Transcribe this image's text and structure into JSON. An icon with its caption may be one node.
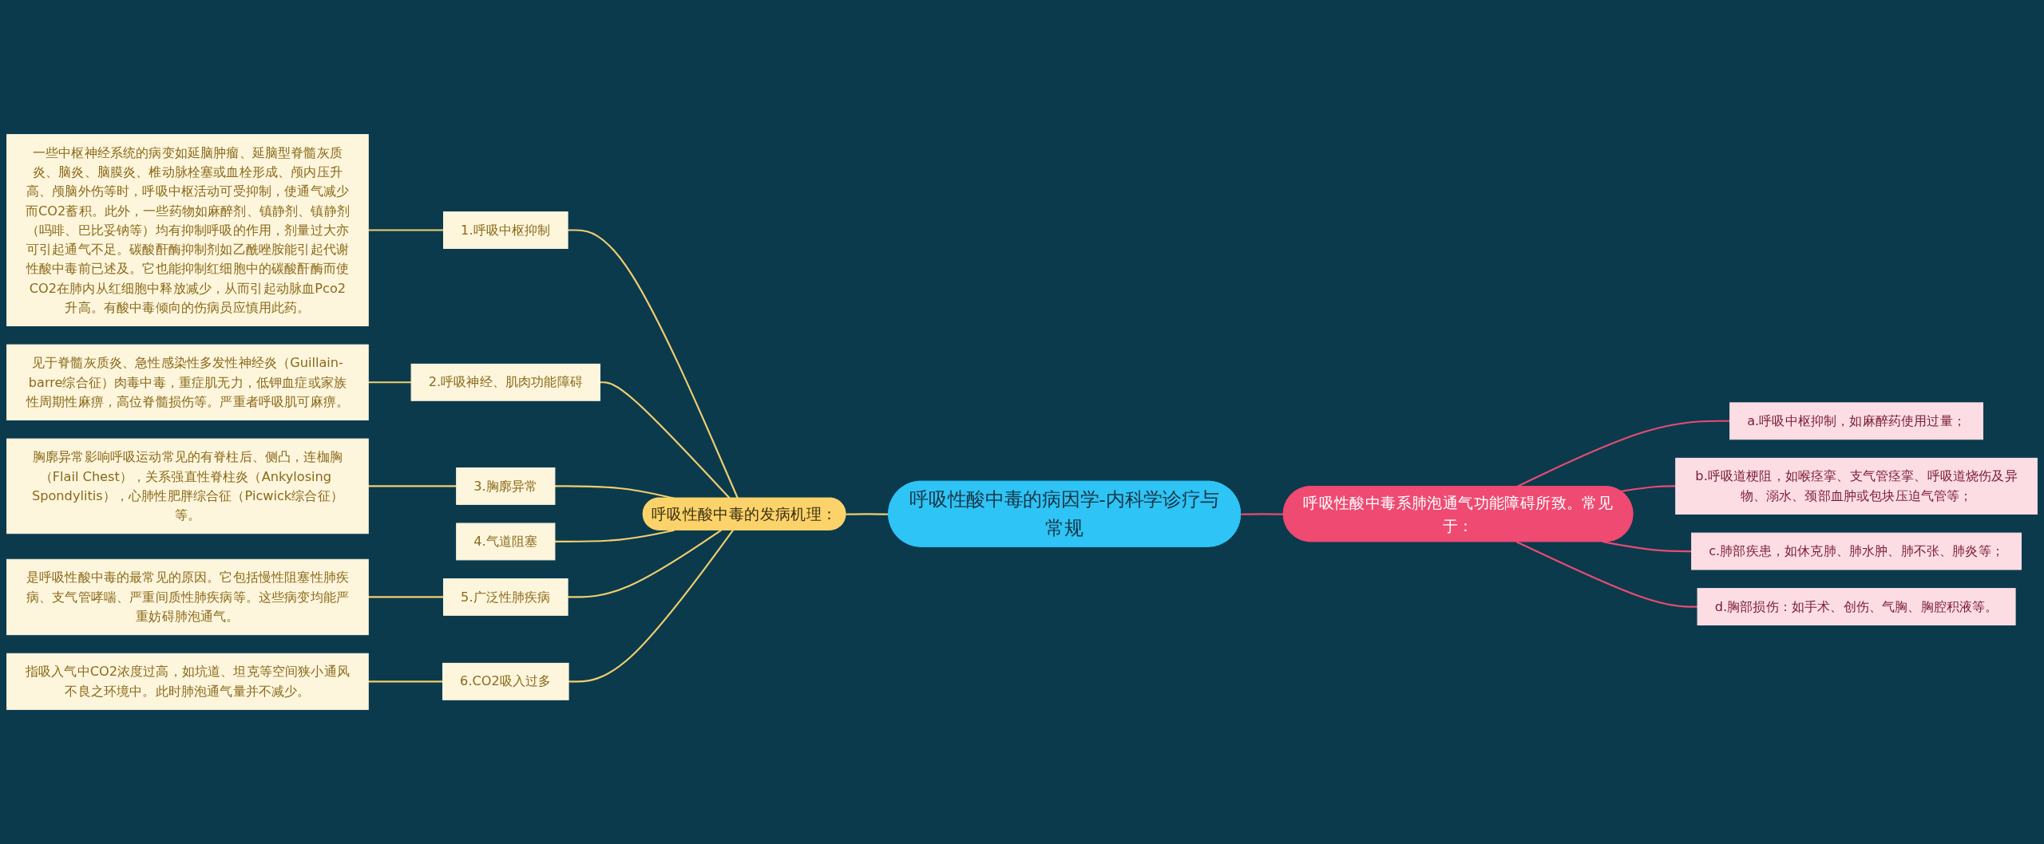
{
  "diagram": {
    "nodes": [
      {
        "text": [
          "呼吸性酸中毒的病因学-内科学诊疗与常规"
        ]
      },
      {
        "text": [
          "呼吸性酸中毒的发病机理："
        ]
      },
      {
        "text": [
          "1.呼吸中枢抑制"
        ]
      },
      {
        "text": [
          "一些中枢神经系统的病变如延脑肿瘤、延脑型脊髓灰质炎、脑炎、脑膜炎、椎动脉栓塞或血栓形成、颅内压升高、颅脑外伤等时，呼吸中枢活动可受抑制，使通气减少而CO2蓄积。此外，一些药物如麻醉剂、镇静剂、镇静剂（吗啡、巴比妥钠等）均有抑制呼吸的作用，剂量过大亦可引起通气不足。碳酸酐酶抑制剂如乙酰唑胺能引起代谢性酸中毒前已述及。它也能抑制红细胞中的碳酸酐酶而使CO2在肺内从红细胞中释放减少，从而引起动脉血Pco2升高。有酸中毒倾向的伤病员应慎用此药。"
        ]
      },
      {
        "text": [
          "2.呼吸神经、肌肉功能障碍"
        ]
      },
      {
        "text": [
          "见于脊髓灰质炎、急性感染性多发性神经炎（Guillain-barre综合征）肉毒中毒，重症肌无力，低钾血症或家族性周期性麻痹，高位脊髓损伤等。严重者呼吸肌可麻痹。"
        ]
      },
      {
        "text": [
          "3.胸廓异常"
        ]
      },
      {
        "text": [
          "胸廓异常影响呼吸运动常见的有脊柱后、侧凸，连枷胸（Flail Chest），关系强直性脊柱炎（Ankylosing Spondylitis），心肺性肥胖综合征（Picwick综合征）等。"
        ]
      },
      {
        "text": [
          "4.气道阻塞"
        ]
      },
      {
        "text": [
          "5.广泛性肺疾病"
        ]
      },
      {
        "text": [
          "是呼吸性酸中毒的最常见的原因。它包括慢性阻塞性肺疾病、支气管哮喘、严重间质性肺疾病等。这些病变均能严重妨碍肺泡通气。"
        ]
      },
      {
        "text": [
          "6.CO2吸入过多"
        ]
      },
      {
        "text": [
          "指吸入气中CO2浓度过高，如坑道、坦克等空间狭小通风不良之环境中。此时肺泡通气量并不减少。"
        ]
      },
      {
        "text": [
          "呼吸性酸中毒系肺泡通气功能障碍所致。常见于："
        ]
      },
      {
        "text": [
          "a.呼吸中枢抑制，如麻醉药使用过量；"
        ]
      },
      {
        "text": [
          "b.呼吸道梗阻，如喉痉挛、支气管痉挛、呼吸道烧伤及异物、溺水、颈部血肿或包块压迫气管等；"
        ]
      },
      {
        "text": [
          "c.肺部疾患，如休克肺、肺水肿、肺不张、肺炎等；"
        ]
      },
      {
        "text": [
          "d.胸部损伤：如手术、创伤、气胸、胸腔积液等。"
        ]
      }
    ],
    "edges": [
      {
        "from": 0,
        "to": 1,
        "arrow": "none"
      },
      {
        "from": 1,
        "to": 2,
        "arrow": "none"
      },
      {
        "from": 2,
        "to": 3,
        "arrow": "none"
      },
      {
        "from": 1,
        "to": 4,
        "arrow": "none"
      },
      {
        "from": 4,
        "to": 5,
        "arrow": "none"
      },
      {
        "from": 1,
        "to": 6,
        "arrow": "none"
      },
      {
        "from": 6,
        "to": 7,
        "arrow": "none"
      },
      {
        "from": 1,
        "to": 8,
        "arrow": "none"
      },
      {
        "from": 1,
        "to": 9,
        "arrow": "none"
      },
      {
        "from": 9,
        "to": 10,
        "arrow": "none"
      },
      {
        "from": 1,
        "to": 11,
        "arrow": "none"
      },
      {
        "from": 11,
        "to": 12,
        "arrow": "none"
      },
      {
        "from": 0,
        "to": 13,
        "arrow": "none",
        "color": "#e94b72"
      },
      {
        "from": 13,
        "to": 14,
        "arrow": "none",
        "color": "#e94b72"
      },
      {
        "from": 13,
        "to": 15,
        "arrow": "none",
        "color": "#e94b72"
      },
      {
        "from": 13,
        "to": 16,
        "arrow": "none",
        "color": "#e94b72"
      },
      {
        "from": 13,
        "to": 17,
        "arrow": "none",
        "color": "#e94b72"
      }
    ]
  }
}
